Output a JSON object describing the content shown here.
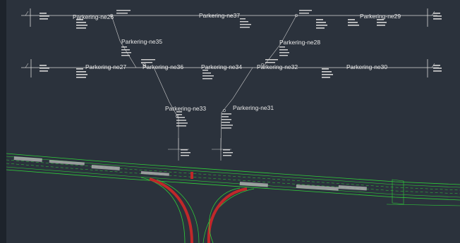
{
  "drawing": {
    "background": "#2b323c",
    "line_color": "#d8d8d8",
    "road_green": "#2fd03a",
    "road_red": "#c0282a",
    "labels": {
      "ne26": "Parkering-ne26",
      "ne37": "Parkering-ne37",
      "ne29": "Parkering-ne29",
      "ne35": "Parkering-ne35",
      "ne28": "Parkering-ne28",
      "ne27": "Parkering-ne27",
      "ne36": "Parkering-ne36",
      "ne34": "Parkering-ne34",
      "ne32": "Parkering-ne32",
      "ne30": "Parkering-ne30",
      "ne33": "Parkering-ne33",
      "ne31": "Parkering-ne31"
    }
  }
}
